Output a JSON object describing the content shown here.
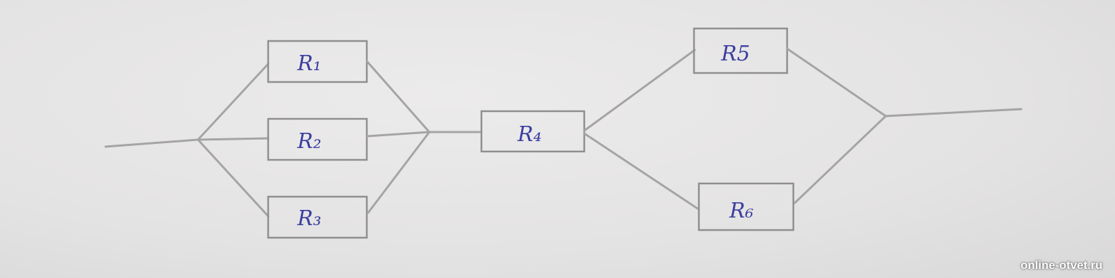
{
  "resistors": [
    {
      "id": "r1",
      "label": "R₁"
    },
    {
      "id": "r2",
      "label": "R₂"
    },
    {
      "id": "r3",
      "label": "R₃"
    },
    {
      "id": "r4",
      "label": "R₄"
    },
    {
      "id": "r5",
      "label": "R5"
    },
    {
      "id": "r6",
      "label": "R₆"
    }
  ],
  "watermark": "online-otvet.ru"
}
